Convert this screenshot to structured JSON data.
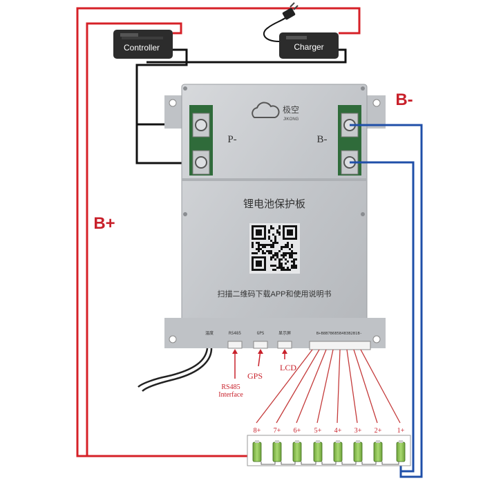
{
  "devices": {
    "controller": "Controller",
    "charger": "Charger"
  },
  "board": {
    "brand_cn": "极空",
    "brand_en": "JIKONG",
    "terminal_p": "P-",
    "terminal_b": "B-",
    "title_cn": "锂电池保护板",
    "scan_text_cn": "扫描二维码下载APP和使用说明书",
    "ports": {
      "temp": "温度",
      "rs485": "RS485",
      "gps": "GPS",
      "display": "显示屏",
      "balance": "B+B8B7B6B5B4B3B2B1B-"
    }
  },
  "labels": {
    "b_plus": "B+",
    "b_minus": "B-",
    "rs485_interface_line1": "RS485",
    "rs485_interface_line2": "Interface",
    "gps": "GPS",
    "lcd": "LCD"
  },
  "cells": [
    "8+",
    "7+",
    "6+",
    "5+",
    "4+",
    "3+",
    "2+",
    "1+"
  ],
  "colors": {
    "positive_wire": "#d62027",
    "negative_wire": "#1f4fa8",
    "power_wire": "#111111",
    "sense_wire": "#c43a3a",
    "label_red": "#c8202a",
    "board": "#c9cbce",
    "cell_green": "#8fc552"
  }
}
